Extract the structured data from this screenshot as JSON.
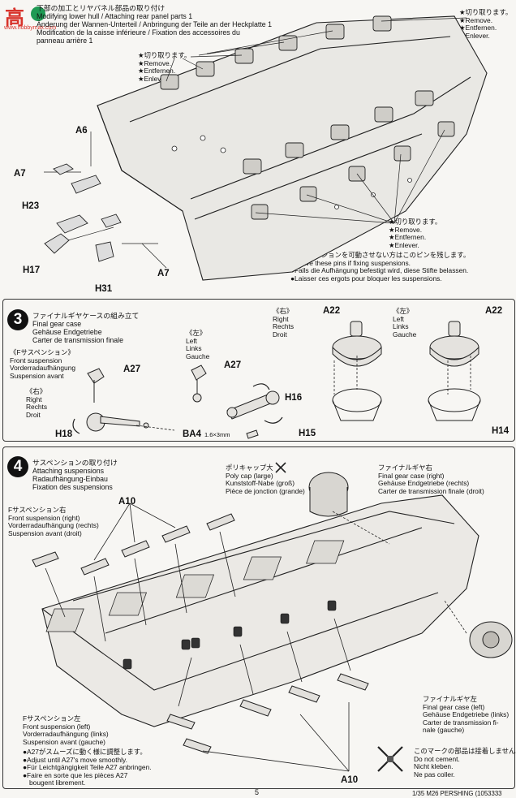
{
  "watermark": {
    "glyphs": "高",
    "site": "www.hobbymax.com"
  },
  "step2": {
    "title_lines": [
      "下部の加工とリヤパネル部品の取り付け",
      "Modifying lower hull / Attaching rear panel parts 1",
      "Änderung der Wannen-Unterteil / Anbringung der Teile an der Heckplatte 1",
      "Modification de la caisse inférieure / Fixation des accessoires du",
      "panneau arrière 1"
    ],
    "remove_top_right": [
      "★切り取ります。",
      "★Remove.",
      "★Entfernen.",
      "★Enlever."
    ],
    "remove_top": [
      "★切り取ります。",
      "★Remove.",
      "★Entfernen.",
      "★Enlever."
    ],
    "remove_right": [
      "★切り取ります。",
      "★Remove.",
      "★Entfernen.",
      "★Enlever."
    ],
    "note": [
      "●サスペンションを可動させない方はこのピンを残します。",
      "●Leave these pins if fixing suspensions.",
      "●Falls die Aufhängung befestigt wird, diese Stifte belassen.",
      "●Laisser ces ergots pour bloquer les suspensions."
    ],
    "parts": {
      "a6": "A6",
      "a7_left": "A7",
      "a7_bottom": "A7",
      "h23": "H23",
      "h17": "H17",
      "h31": "H31"
    }
  },
  "step3": {
    "number": "3",
    "title_lines": [
      "ファイナルギヤケースの組み立て",
      "Final gear case",
      "Gehäuse Endgetriebe",
      "Carter de transmission finale"
    ],
    "front_susp": [
      "《Fサスペンション》",
      "Front suspension",
      "Vorderradaufhängung",
      "Suspension avant"
    ],
    "right_small": [
      "《右》",
      "Right",
      "Rechts",
      "Droit"
    ],
    "left_mid": [
      "《左》",
      "Left",
      "Links",
      "Gauche"
    ],
    "right_mid": [
      "《右》",
      "Right",
      "Rechts",
      "Droit"
    ],
    "left_right": [
      "《左》",
      "Left",
      "Links",
      "Gauche"
    ],
    "parts": {
      "a27_a": "A27",
      "a27_b": "A27",
      "h16": "H16",
      "h18": "H18",
      "ba4": "BA4",
      "ba4_size": "1.6×3mm",
      "a22_a": "A22",
      "a22_b": "A22",
      "h15": "H15",
      "h14": "H14"
    }
  },
  "step4": {
    "number": "4",
    "title_lines": [
      "サスペンションの取り付け",
      "Attaching suspensions",
      "Radaufhängung-Einbau",
      "Fixation des suspensions"
    ],
    "poly_cap": [
      "ポリキャップ大",
      "Poly cap (large)",
      "Kunststoff-Nabe (groß)",
      "Pièce de jonction (grande)"
    ],
    "gear_right": [
      "ファイナルギヤ右",
      "Final gear case (right)",
      "Gehäuse Endgetriebe (rechts)",
      "Carter de transmission finale (droit)"
    ],
    "front_right": [
      "Fサスペンション右",
      "Front suspension (right)",
      "Vorderradaufhängung (rechts)",
      "Suspension avant (droit)"
    ],
    "gear_left": [
      "ファイナルギヤ左",
      "Final gear case (left)",
      "Gehäuse Endgetriebe (links)",
      "Carter de transmission fi-",
      "nale (gauche)"
    ],
    "front_left": [
      "Fサスペンション左",
      "Front suspension (left)",
      "Vorderradaufhängung (links)",
      "Suspension avant (gauche)"
    ],
    "a27_note": [
      "●A27がスムーズに動く様に調整します。",
      "●Adjust until A27's move smoothly.",
      "●Für Leichtgängigkeit Teile A27 anbringen.",
      "●Faire en sorte que les pièces A27",
      "bougent librement."
    ],
    "no_cement": [
      "このマークの部品は接着しません。",
      "Do not cement.",
      "Nicht kleben.",
      "Ne pas coller."
    ],
    "parts": {
      "a10_top": "A10",
      "a10_bottom": "A10"
    }
  },
  "footer": {
    "page": "5",
    "model": "1/35 M26 PERSHING (1053333"
  },
  "colors": {
    "ink": "#111111",
    "paper": "#f7f6f3",
    "watermark_red": "#d8342c",
    "watermark_green": "#1f9a54"
  }
}
